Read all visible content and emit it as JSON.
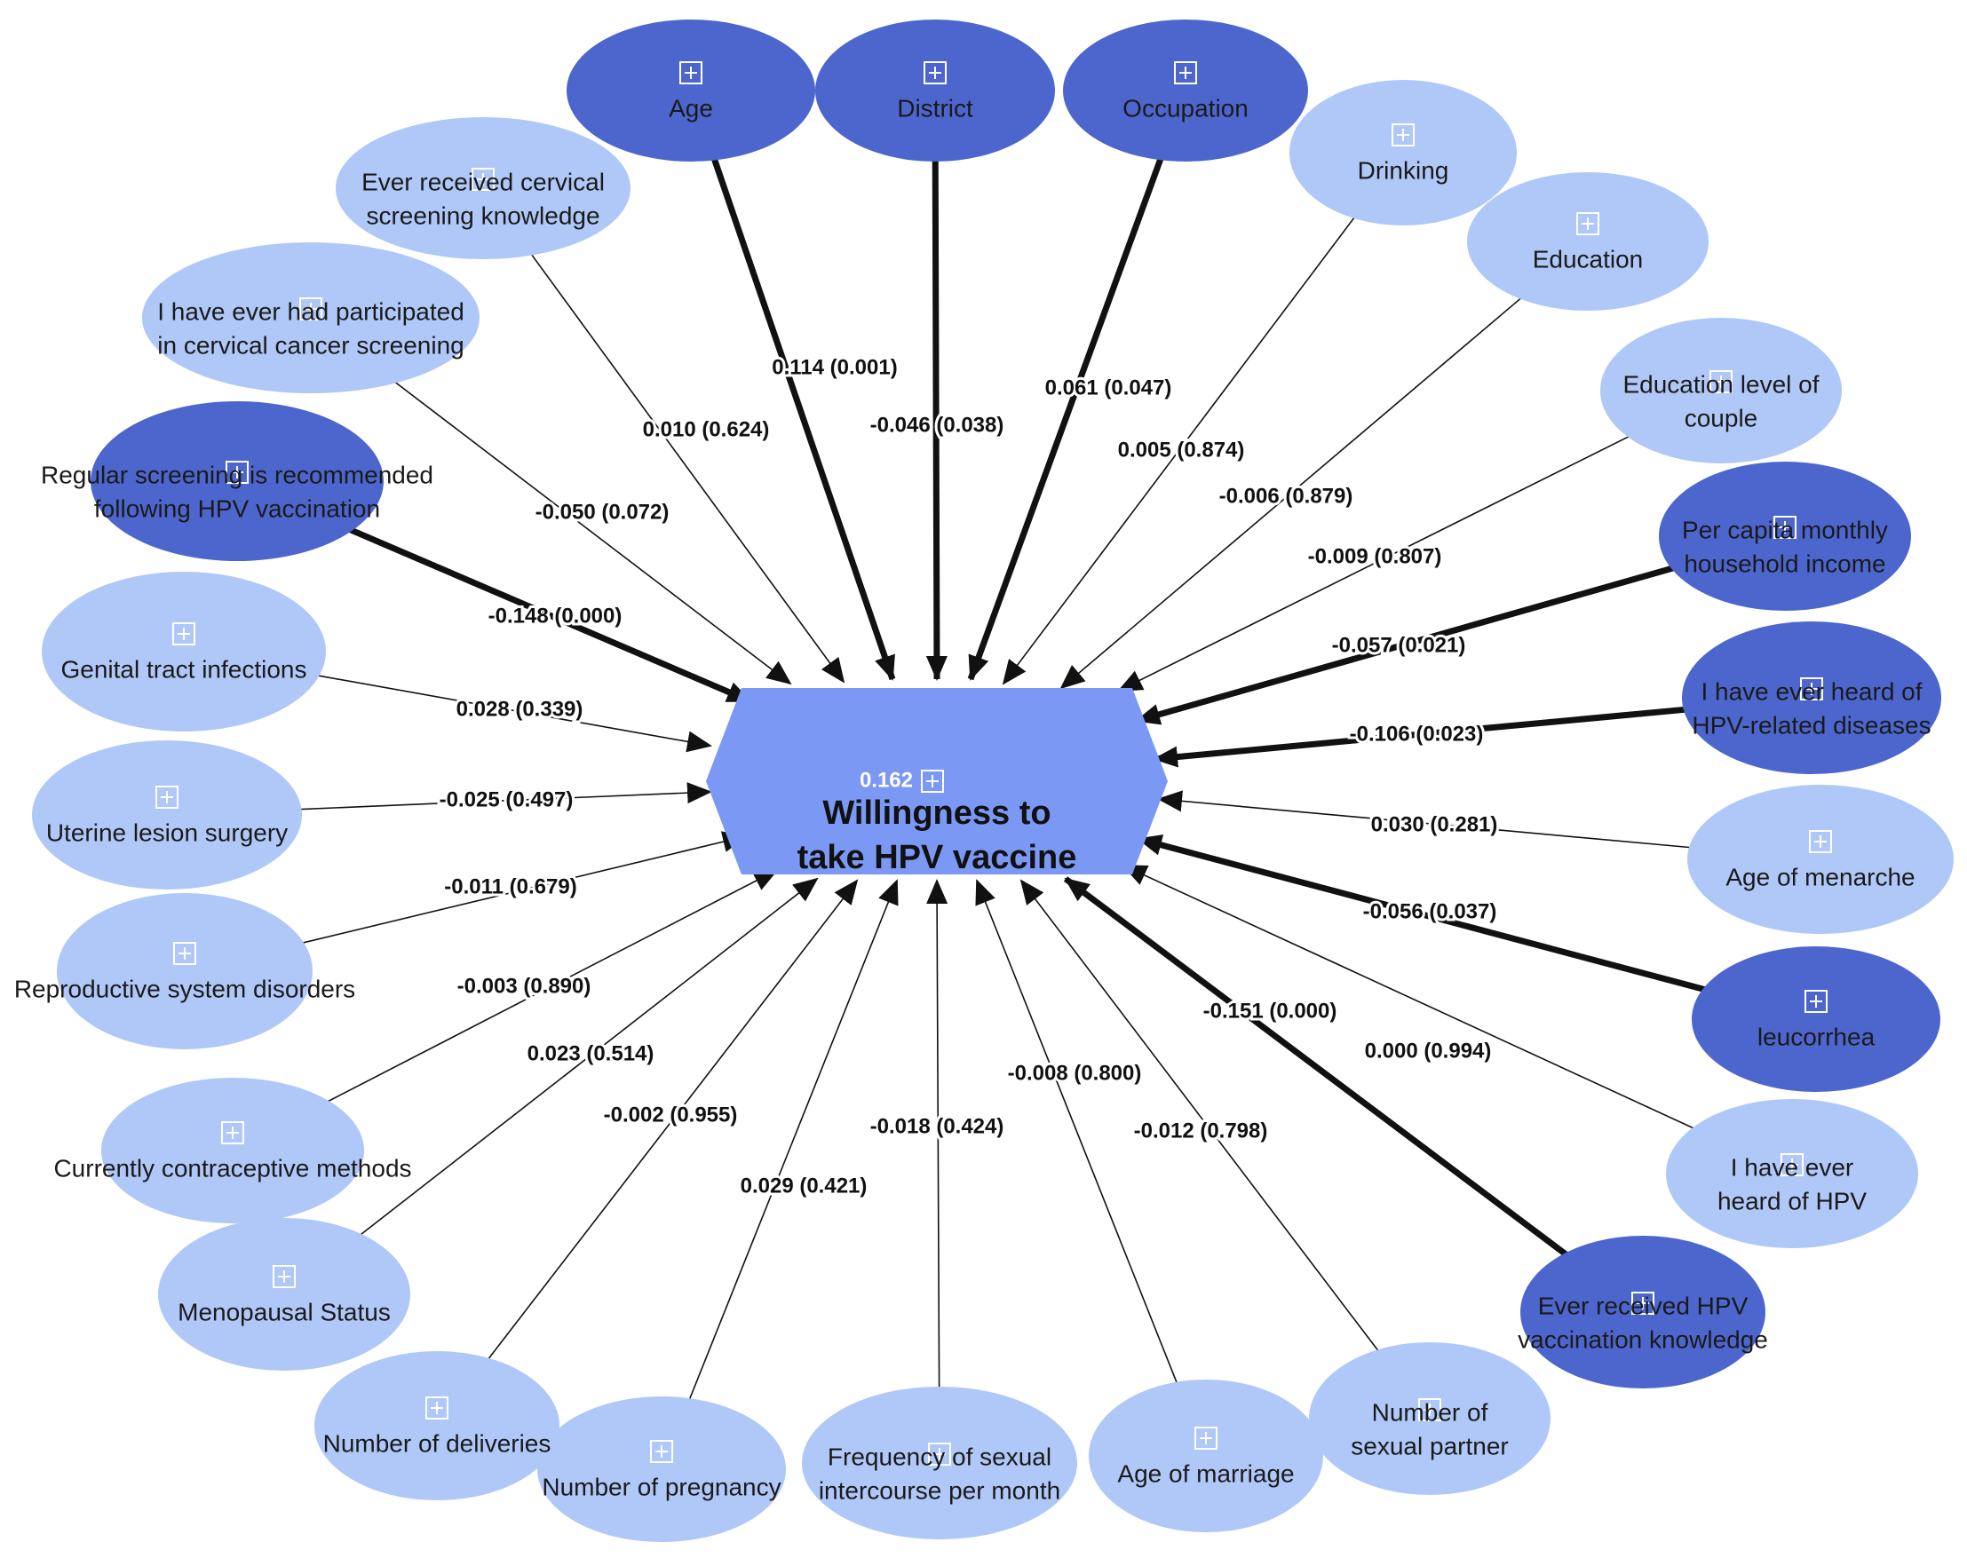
{
  "colors": {
    "strong_node": "#4C66CD",
    "weak_node": "#AFC8F8",
    "center_node": "#7B98F4",
    "edge": "#111111",
    "plus_icon": "#ffffff"
  },
  "icons": {
    "node_expand": "square-plus-icon"
  },
  "center": {
    "r2": "0.162",
    "title_lines": [
      "Willingness to",
      "take HPV vaccine"
    ]
  },
  "nodes": [
    {
      "id": "age",
      "lines": [
        "Age"
      ],
      "coef": "0.114 (0.001)",
      "strong": true
    },
    {
      "id": "district",
      "lines": [
        "District"
      ],
      "coef": "-0.046 (0.038)",
      "strong": true
    },
    {
      "id": "occupation",
      "lines": [
        "Occupation"
      ],
      "coef": "0.061 (0.047)",
      "strong": true
    },
    {
      "id": "drinking",
      "lines": [
        "Drinking"
      ],
      "coef": "0.005 (0.874)",
      "strong": false
    },
    {
      "id": "education",
      "lines": [
        "Education"
      ],
      "coef": "-0.006 (0.879)",
      "strong": false
    },
    {
      "id": "education-couple",
      "lines": [
        "Education level of",
        "couple"
      ],
      "coef": "-0.009 (0.807)",
      "strong": false
    },
    {
      "id": "income",
      "lines": [
        "Per capita monthly",
        "household income"
      ],
      "coef": "-0.057 (0.021)",
      "strong": true
    },
    {
      "id": "hpv-diseases",
      "lines": [
        "I have ever heard of",
        "HPV-related diseases"
      ],
      "coef": "-0.106 (0.023)",
      "strong": true
    },
    {
      "id": "menarche",
      "lines": [
        "Age of menarche"
      ],
      "coef": "0.030 (0.281)",
      "strong": false
    },
    {
      "id": "leucorrhea",
      "lines": [
        "leucorrhea"
      ],
      "coef": "-0.056 (0.037)",
      "strong": true
    },
    {
      "id": "heard-hpv",
      "lines": [
        "I have ever",
        "heard of HPV"
      ],
      "coef": "0.000 (0.994)",
      "strong": false
    },
    {
      "id": "hpv-vacc-knowledge",
      "lines": [
        "Ever received HPV",
        "vaccination knowledge"
      ],
      "coef": "-0.151 (0.000)",
      "strong": true
    },
    {
      "id": "sexual-partner",
      "lines": [
        "Number of",
        "sexual partner"
      ],
      "coef": "-0.012 (0.798)",
      "strong": false
    },
    {
      "id": "marriage-age",
      "lines": [
        "Age of marriage"
      ],
      "coef": "-0.008 (0.800)",
      "strong": false
    },
    {
      "id": "intercourse-freq",
      "lines": [
        "Frequency of sexual",
        "intercourse per month"
      ],
      "coef": "-0.018 (0.424)",
      "strong": false
    },
    {
      "id": "pregnancy",
      "lines": [
        "Number of pregnancy"
      ],
      "coef": "0.029 (0.421)",
      "strong": false
    },
    {
      "id": "deliveries",
      "lines": [
        "Number of deliveries"
      ],
      "coef": "-0.002 (0.955)",
      "strong": false
    },
    {
      "id": "menopause",
      "lines": [
        "Menopausal Status"
      ],
      "coef": "0.023 (0.514)",
      "strong": false
    },
    {
      "id": "contraceptive",
      "lines": [
        "Currently contraceptive methods"
      ],
      "coef": "-0.003 (0.890)",
      "strong": false
    },
    {
      "id": "reproductive",
      "lines": [
        "Reproductive system disorders"
      ],
      "coef": "-0.011 (0.679)",
      "strong": false
    },
    {
      "id": "uterine-surgery",
      "lines": [
        "Uterine lesion surgery"
      ],
      "coef": "-0.025 (0.497)",
      "strong": false
    },
    {
      "id": "genital-infection",
      "lines": [
        "Genital tract infections"
      ],
      "coef": "0.028 (0.339)",
      "strong": false
    },
    {
      "id": "screening-recommended",
      "lines": [
        "Regular screening is recommended",
        "following HPV vaccination"
      ],
      "coef": "-0.148 (0.000)",
      "strong": true
    },
    {
      "id": "screening-participated",
      "lines": [
        "I have ever had participated",
        "in cervical cancer screening"
      ],
      "coef": "-0.050 (0.072)",
      "strong": false
    },
    {
      "id": "screening-knowledge",
      "lines": [
        "Ever received cervical",
        "screening knowledge"
      ],
      "coef": "0.010 (0.624)",
      "strong": false
    }
  ]
}
